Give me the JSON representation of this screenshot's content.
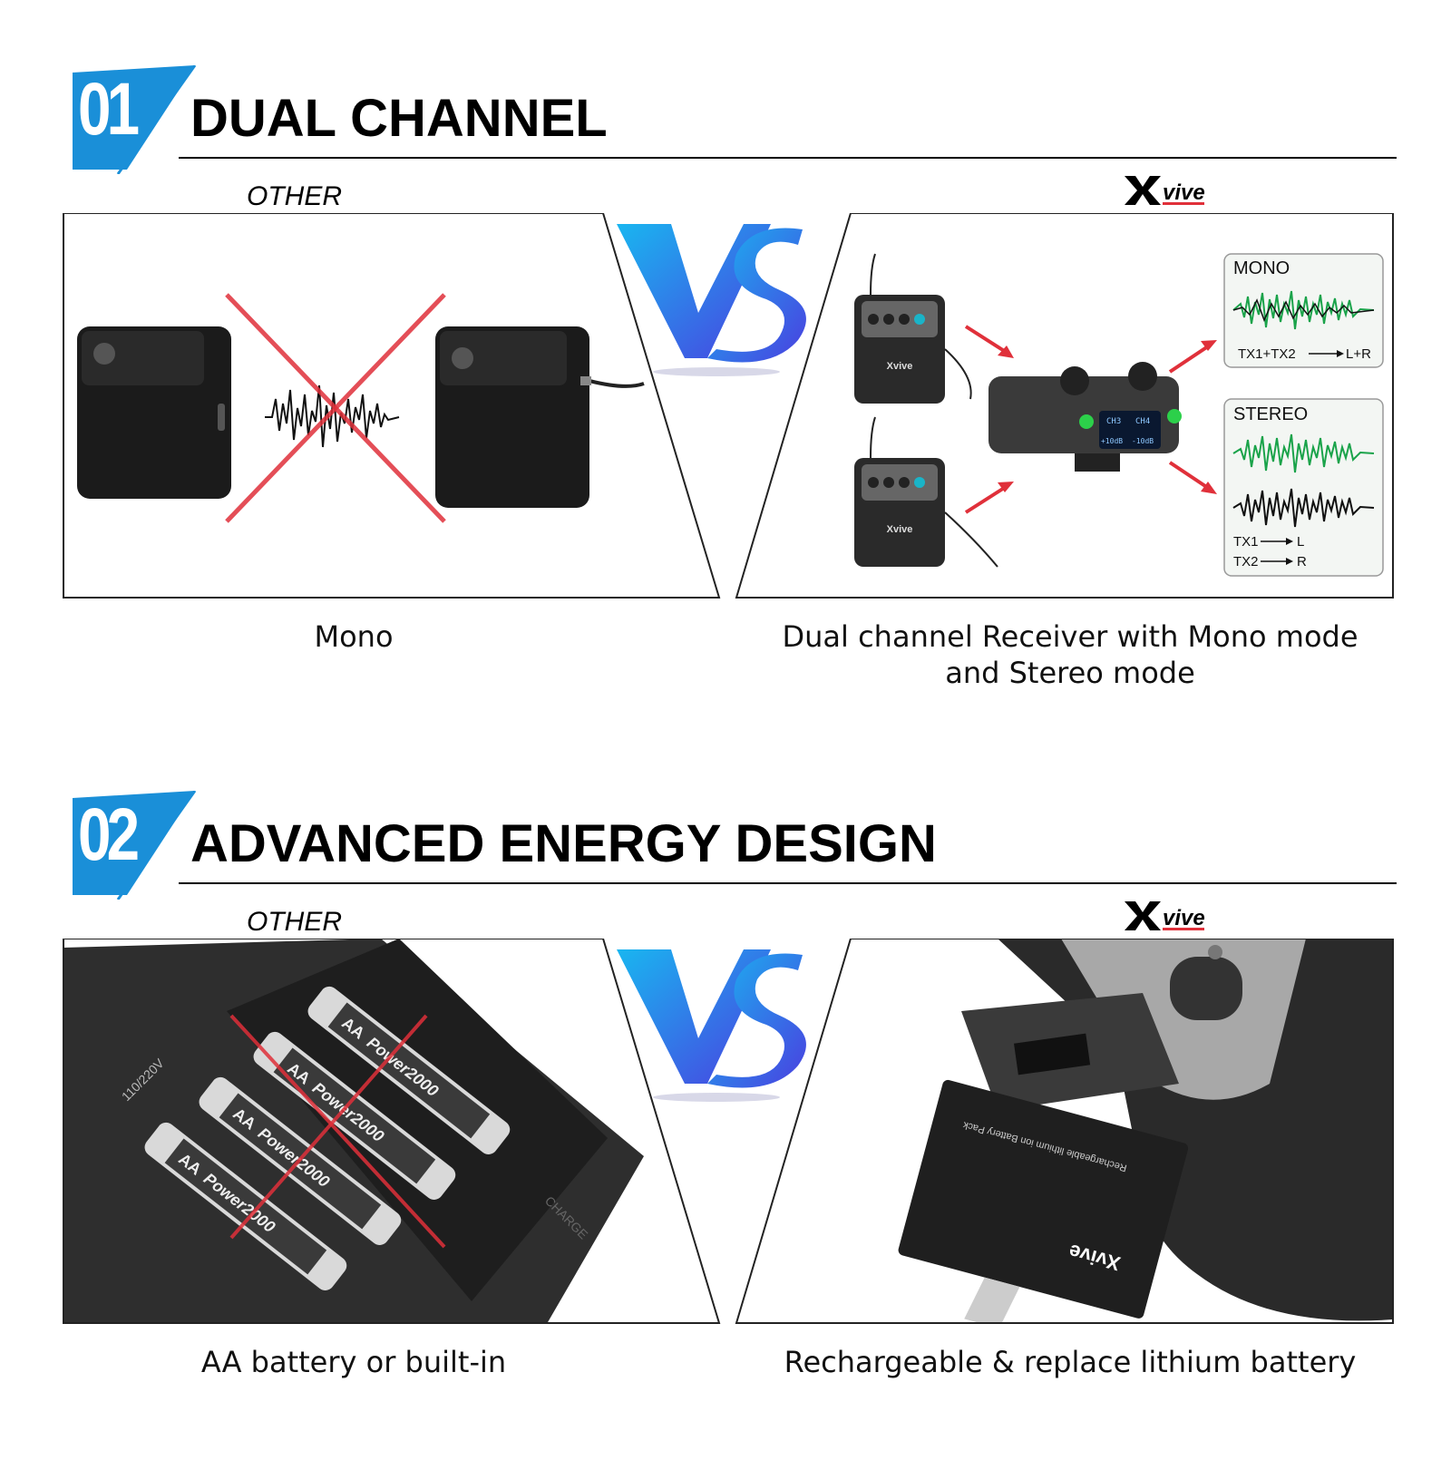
{
  "sections": [
    {
      "number": "01",
      "title": "DUAL CHANNEL",
      "other_label": "OTHER",
      "brand": "Xvive",
      "vs_text": "VS",
      "left_caption": "Mono",
      "right_caption_line1": "Dual channel Receiver with Mono mode",
      "right_caption_line2": "and Stereo mode",
      "mono_box": {
        "title": "MONO",
        "route": "TX1+TX2",
        "output": "L+R"
      },
      "stereo_box": {
        "title": "STEREO",
        "route1": "TX1",
        "output1": "L",
        "route2": "TX2",
        "output2": "R"
      },
      "receiver_screen": {
        "ch_left": "CH3",
        "ch_right": "CH4",
        "level_left": "+10dB",
        "level_right": "-10dB"
      },
      "transmitter_logo": "Xvive"
    },
    {
      "number": "02",
      "title": "ADVANCED ENERGY DESIGN",
      "other_label": "OTHER",
      "brand": "Xvive",
      "vs_text": "VS",
      "left_caption": "AA battery or built-in",
      "right_caption_line1": "Rechargeable & replace lithium battery",
      "charger_label": "110/220V",
      "charge_label": "CHARGE",
      "battery_brand": "Power2000",
      "battery_size": "AA",
      "battery_pack_logo": "Xvive",
      "battery_pack_text": "Rechargeable lithium ion Battery Pack"
    }
  ],
  "colors": {
    "accent_blue": "#1a8fd8",
    "vs_blue": "#2b6fe8",
    "cross_red": "#e0303a",
    "wave_green": "#1aa34a"
  }
}
